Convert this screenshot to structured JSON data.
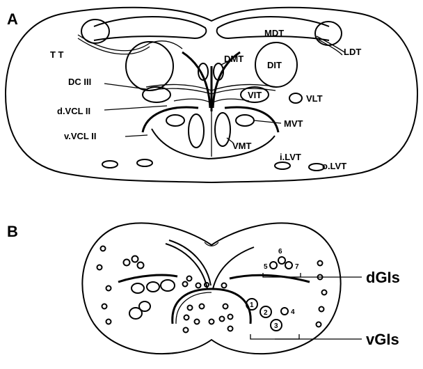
{
  "panel_a": {
    "letter": "A",
    "labels": {
      "mdt": "MDT",
      "ldt": "LDT",
      "tt": "T T",
      "dmt": "DMT",
      "dit": "DIT",
      "dc3": "DC III",
      "vit": "VIT",
      "vlt": "VLT",
      "dvcl2": "d.VCL II",
      "mvt": "MVT",
      "vvcl2": "v.VCL II",
      "vmt": "VMT",
      "ilvt": "i.LVT",
      "olvt": "o.LVT"
    }
  },
  "panel_b": {
    "letter": "B",
    "labels": {
      "dgis": "dGIs",
      "vgis": "vGIs"
    },
    "numbers": {
      "n1": "1",
      "n2": "2",
      "n3": "3",
      "n4": "4",
      "n5": "5",
      "n6": "6",
      "n7": "7"
    }
  }
}
